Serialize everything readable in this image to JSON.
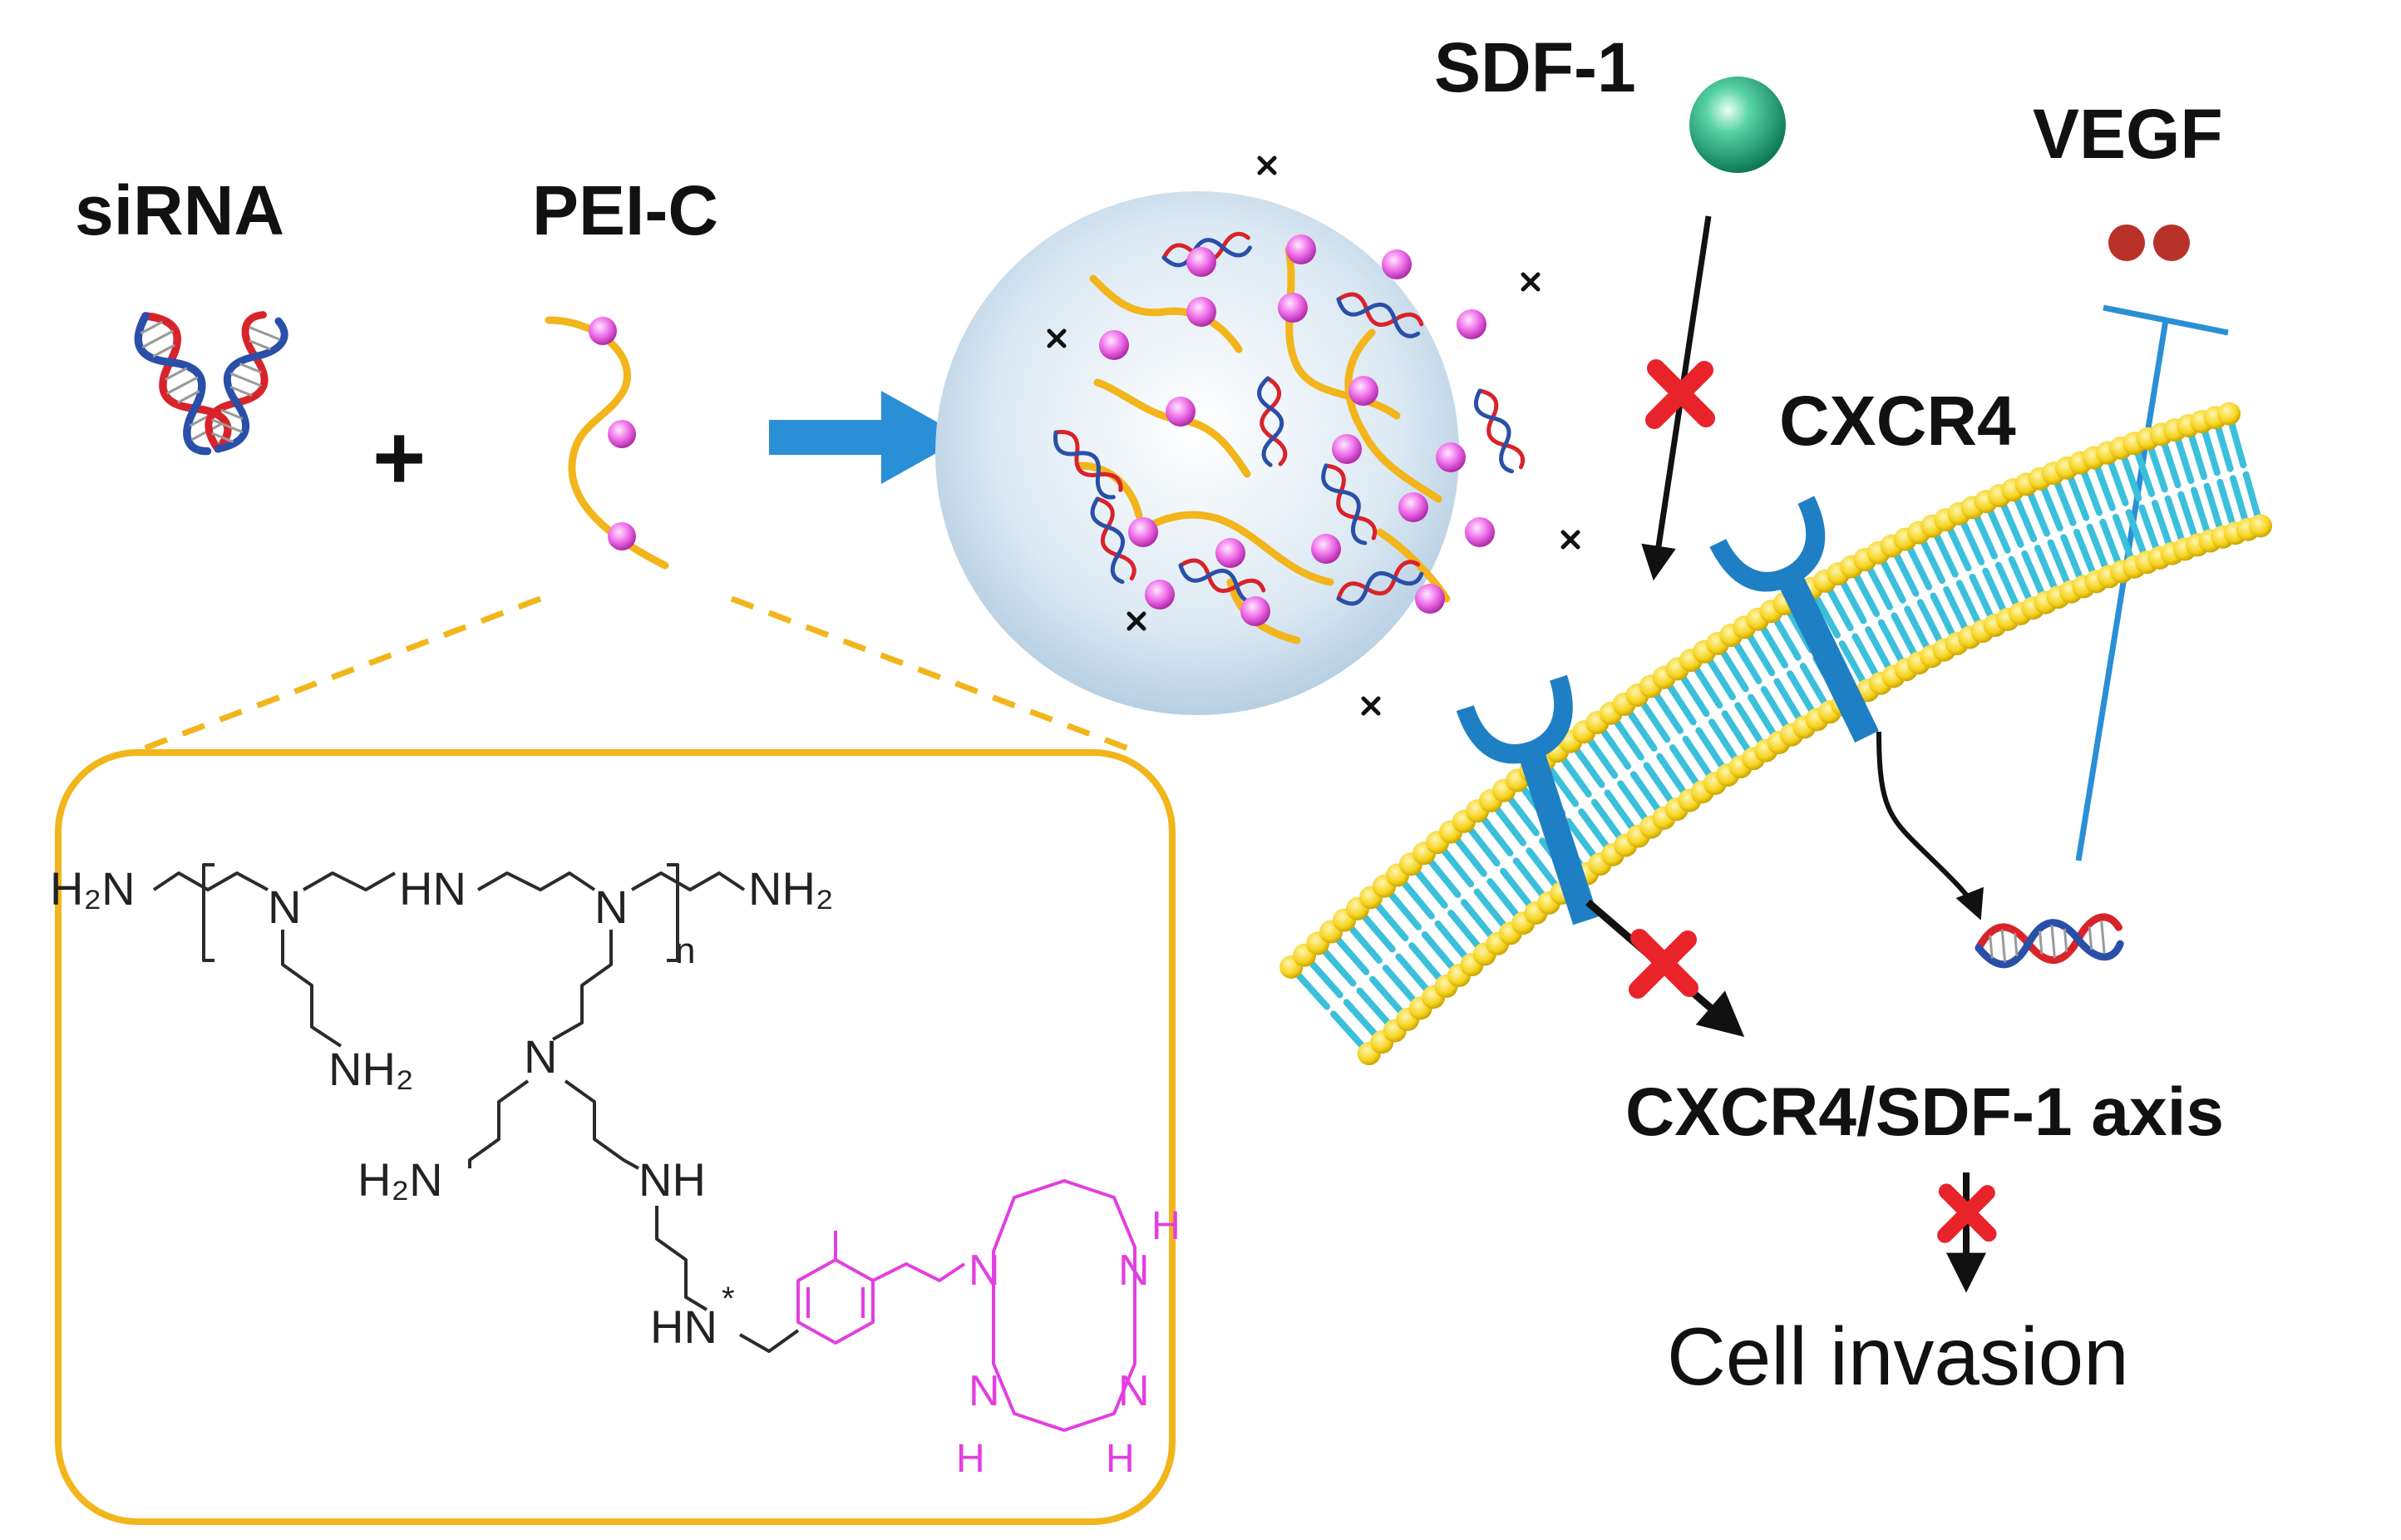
{
  "labels": {
    "sirna": "siRNA",
    "pei_c": "PEI-C",
    "plus": "+",
    "sdf1": "SDF-1",
    "vegf": "VEGF",
    "cxcr4": "CXCR4",
    "axis": "CXCR4/SDF-1 axis",
    "invasion": "Cell invasion"
  },
  "structure": {
    "h2n_left": "H₂N",
    "nh2_right": "NH₂",
    "hn_top": "HN",
    "n1": "N",
    "n2": "N",
    "n3": "N",
    "nh2_branch": "NH₂",
    "n_subscript": "n",
    "h2n_lower": "H₂N",
    "nh_lower": "NH",
    "hn_star": "HN",
    "star": "*",
    "cyclam_n_top_left": "N",
    "cyclam_n_top_right": "N",
    "cyclam_n_bottom_left": "N",
    "cyclam_n_bottom_right": "N",
    "cyclam_h_top": "H",
    "cyclam_h_bottom_left": "H",
    "cyclam_h_bottom_right": "H"
  },
  "colors": {
    "arrow_blue": "#2a8fd6",
    "receptor_blue": "#1f7fc4",
    "membrane_yellow": "#f6d21a",
    "membrane_tail": "#3bc0dc",
    "inhibit_red": "#e8232a",
    "chain_yellow": "#f2b51b",
    "pei_magenta": "#e23fe0",
    "sdf1_green": "#1aa37a",
    "vegf_red": "#b8322a"
  },
  "icons": [
    "dna-helix-icon",
    "nanoparticle-icon",
    "receptor-icon",
    "inhibition-x-icon",
    "membrane-bilayer"
  ]
}
